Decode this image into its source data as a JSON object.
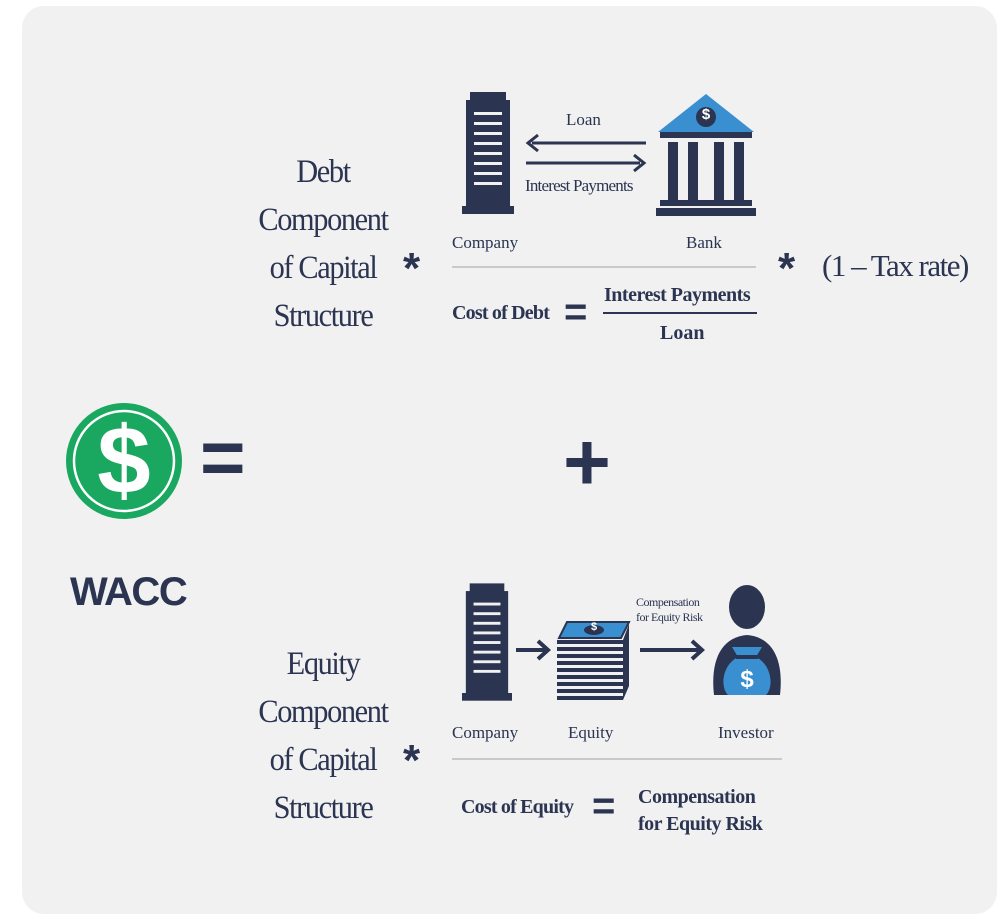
{
  "wacc": {
    "label": "WACC",
    "symbol": "$",
    "equals": "="
  },
  "debt": {
    "component_label": [
      "Debt",
      "Component",
      "of Capital",
      "Structure"
    ],
    "multiply": "*",
    "company_label": "Company",
    "bank_label": "Bank",
    "loan_label": "Loan",
    "interest_label": "Interest Payments",
    "bank_symbol": "$",
    "cost_label": "Cost of Debt",
    "equals": "=",
    "numerator": "Interest Payments",
    "denominator": "Loan",
    "tax_multiply": "*",
    "tax_term": "(1 – Tax rate)"
  },
  "plus": "+",
  "equity": {
    "component_label": [
      "Equity",
      "Component",
      "of Capital",
      "Structure"
    ],
    "multiply": "*",
    "company_label": "Company",
    "equity_label": "Equity",
    "investor_label": "Investor",
    "compensation_arrow_label": [
      "Compensation",
      "for Equity Risk"
    ],
    "cost_label": "Cost of Equity",
    "equals": "=",
    "result": [
      "Compensation",
      "for Equity Risk"
    ],
    "money_symbol": "$"
  },
  "colors": {
    "navy": "#2b3450",
    "green": "#1aa860",
    "blue": "#3a8fd0",
    "panel": "#f1f1f2"
  }
}
